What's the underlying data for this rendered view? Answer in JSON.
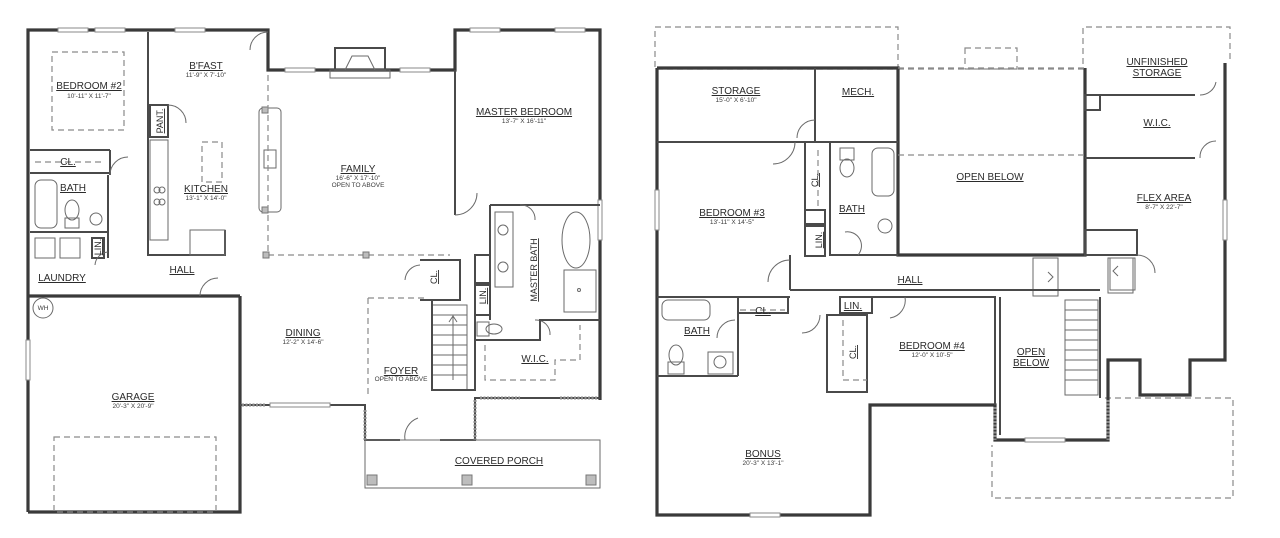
{
  "first_floor": {
    "rooms": {
      "bedroom2": {
        "name": "BEDROOM #2",
        "dims": "10'-11\" X 11'-7\""
      },
      "bfast": {
        "name": "B'FAST",
        "dims": "11'-9\" X 7'-10\""
      },
      "pant": {
        "name": "PANT."
      },
      "cl1": {
        "name": "CL."
      },
      "bath": {
        "name": "BATH"
      },
      "kitchen": {
        "name": "KITCHEN",
        "dims": "13'-1\" X 14'-0\""
      },
      "lin1": {
        "name": "LIN."
      },
      "laundry": {
        "name": "LAUNDRY"
      },
      "hall": {
        "name": "HALL"
      },
      "family": {
        "name": "FAMILY",
        "dims": "16'-6\" X 17'-10\"",
        "note": "OPEN TO ABOVE"
      },
      "master_bedroom": {
        "name": "MASTER BEDROOM",
        "dims": "13'-7\" X 16'-11\""
      },
      "master_bath": {
        "name": "MASTER BATH"
      },
      "cl2": {
        "name": "CL."
      },
      "lin2": {
        "name": "LIN."
      },
      "wic": {
        "name": "W.I.C."
      },
      "dining": {
        "name": "DINING",
        "dims": "12'-2\" X 14'-6\""
      },
      "foyer": {
        "name": "FOYER",
        "note": "OPEN TO ABOVE"
      },
      "garage": {
        "name": "GARAGE",
        "dims": "20'-3\" X 20'-9\""
      },
      "covered_porch": {
        "name": "COVERED PORCH"
      },
      "water_heater": {
        "name": "WH"
      }
    }
  },
  "second_floor": {
    "rooms": {
      "storage": {
        "name": "STORAGE",
        "dims": "15'-0\" X 6'-10\""
      },
      "mech": {
        "name": "MECH."
      },
      "unfinished_storage_l1": {
        "name": "UNFINISHED"
      },
      "unfinished_storage_l2": {
        "name": "STORAGE"
      },
      "wic": {
        "name": "W.I.C."
      },
      "bedroom3": {
        "name": "BEDROOM #3",
        "dims": "13'-11\" X 14'-5\""
      },
      "cl1": {
        "name": "CL."
      },
      "bath1": {
        "name": "BATH"
      },
      "lin1": {
        "name": "LIN."
      },
      "open_below1": {
        "name": "OPEN BELOW"
      },
      "flex_area": {
        "name": "FLEX AREA",
        "dims": "8'-7\" X 22'-7\""
      },
      "hall": {
        "name": "HALL"
      },
      "bath2": {
        "name": "BATH"
      },
      "cl2": {
        "name": "CL."
      },
      "lin2": {
        "name": "LIN."
      },
      "cl3": {
        "name": "CL."
      },
      "bedroom4": {
        "name": "BEDROOM #4",
        "dims": "12'-0\" X 10'-5\""
      },
      "open_below2_l1": {
        "name": "OPEN"
      },
      "open_below2_l2": {
        "name": "BELOW"
      },
      "bonus": {
        "name": "BONUS",
        "dims": "20'-3\" X 13'-1\""
      }
    }
  }
}
